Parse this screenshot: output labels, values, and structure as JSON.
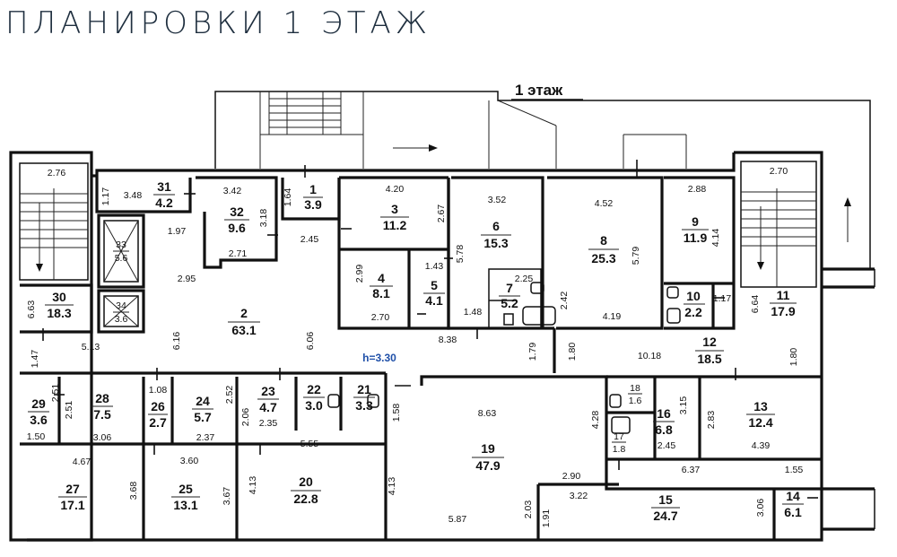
{
  "title": "ПЛАНИРОВКИ 1 ЭТАЖ",
  "floor_label": "1 этаж",
  "ceiling_height": "h=3.30",
  "rooms": [
    {
      "num": "1",
      "area": "3.9"
    },
    {
      "num": "2",
      "area": "63.1"
    },
    {
      "num": "3",
      "area": "11.2"
    },
    {
      "num": "4",
      "area": "8.1"
    },
    {
      "num": "5",
      "area": "4.1"
    },
    {
      "num": "6",
      "area": "15.3"
    },
    {
      "num": "7",
      "area": "5.2"
    },
    {
      "num": "8",
      "area": "25.3"
    },
    {
      "num": "9",
      "area": "11.9"
    },
    {
      "num": "10",
      "area": "2.2"
    },
    {
      "num": "11",
      "area": "17.9"
    },
    {
      "num": "12",
      "area": "18.5"
    },
    {
      "num": "13",
      "area": "12.4"
    },
    {
      "num": "14",
      "area": "6.1"
    },
    {
      "num": "15",
      "area": "24.7"
    },
    {
      "num": "16",
      "area": "6.8"
    },
    {
      "num": "17",
      "area": "1.8"
    },
    {
      "num": "18",
      "area": "1.6"
    },
    {
      "num": "19",
      "area": "47.9"
    },
    {
      "num": "20",
      "area": "22.8"
    },
    {
      "num": "21",
      "area": "3.3"
    },
    {
      "num": "22",
      "area": "3.0"
    },
    {
      "num": "23",
      "area": "4.7"
    },
    {
      "num": "24",
      "area": "5.7"
    },
    {
      "num": "25",
      "area": "13.1"
    },
    {
      "num": "26",
      "area": "2.7"
    },
    {
      "num": "27",
      "area": "17.1"
    },
    {
      "num": "28",
      "area": "7.5"
    },
    {
      "num": "29",
      "area": "3.6"
    },
    {
      "num": "30",
      "area": "18.3"
    },
    {
      "num": "31",
      "area": "4.2"
    },
    {
      "num": "32",
      "area": "9.6"
    },
    {
      "num": "33",
      "area": "5.6"
    },
    {
      "num": "34",
      "area": "3.6"
    }
  ],
  "dimensions": [
    "2.76",
    "2.70",
    "1.17",
    "3.48",
    "3.42",
    "1.64",
    "4.20",
    "3.52",
    "4.52",
    "2.88",
    "1.97",
    "3.18",
    "2.67",
    "2.45",
    "2.71",
    "5.78",
    "5.79",
    "4.14",
    "2.99",
    "1.43",
    "2.25",
    "2.42",
    "1.17",
    "6.64",
    "6.63",
    "2.95",
    "2.70",
    "1.48",
    "4.19",
    "5.13",
    "6.16",
    "6.06",
    "8.38",
    "1.79",
    "1.80",
    "10.18",
    "1.80",
    "1.47",
    "2.51",
    "2.51",
    "1.08",
    "2.52",
    "2.06",
    "1.58",
    "8.63",
    "4.28",
    "3.15",
    "2.83",
    "1.50",
    "3.06",
    "2.37",
    "2.35",
    "2.45",
    "4.39",
    "4.67",
    "3.60",
    "5.55",
    "6.37",
    "1.55",
    "3.68",
    "3.67",
    "4.13",
    "4.13",
    "2.90",
    "3.22",
    "3.06",
    "2.03",
    "1.91",
    "5.87"
  ]
}
